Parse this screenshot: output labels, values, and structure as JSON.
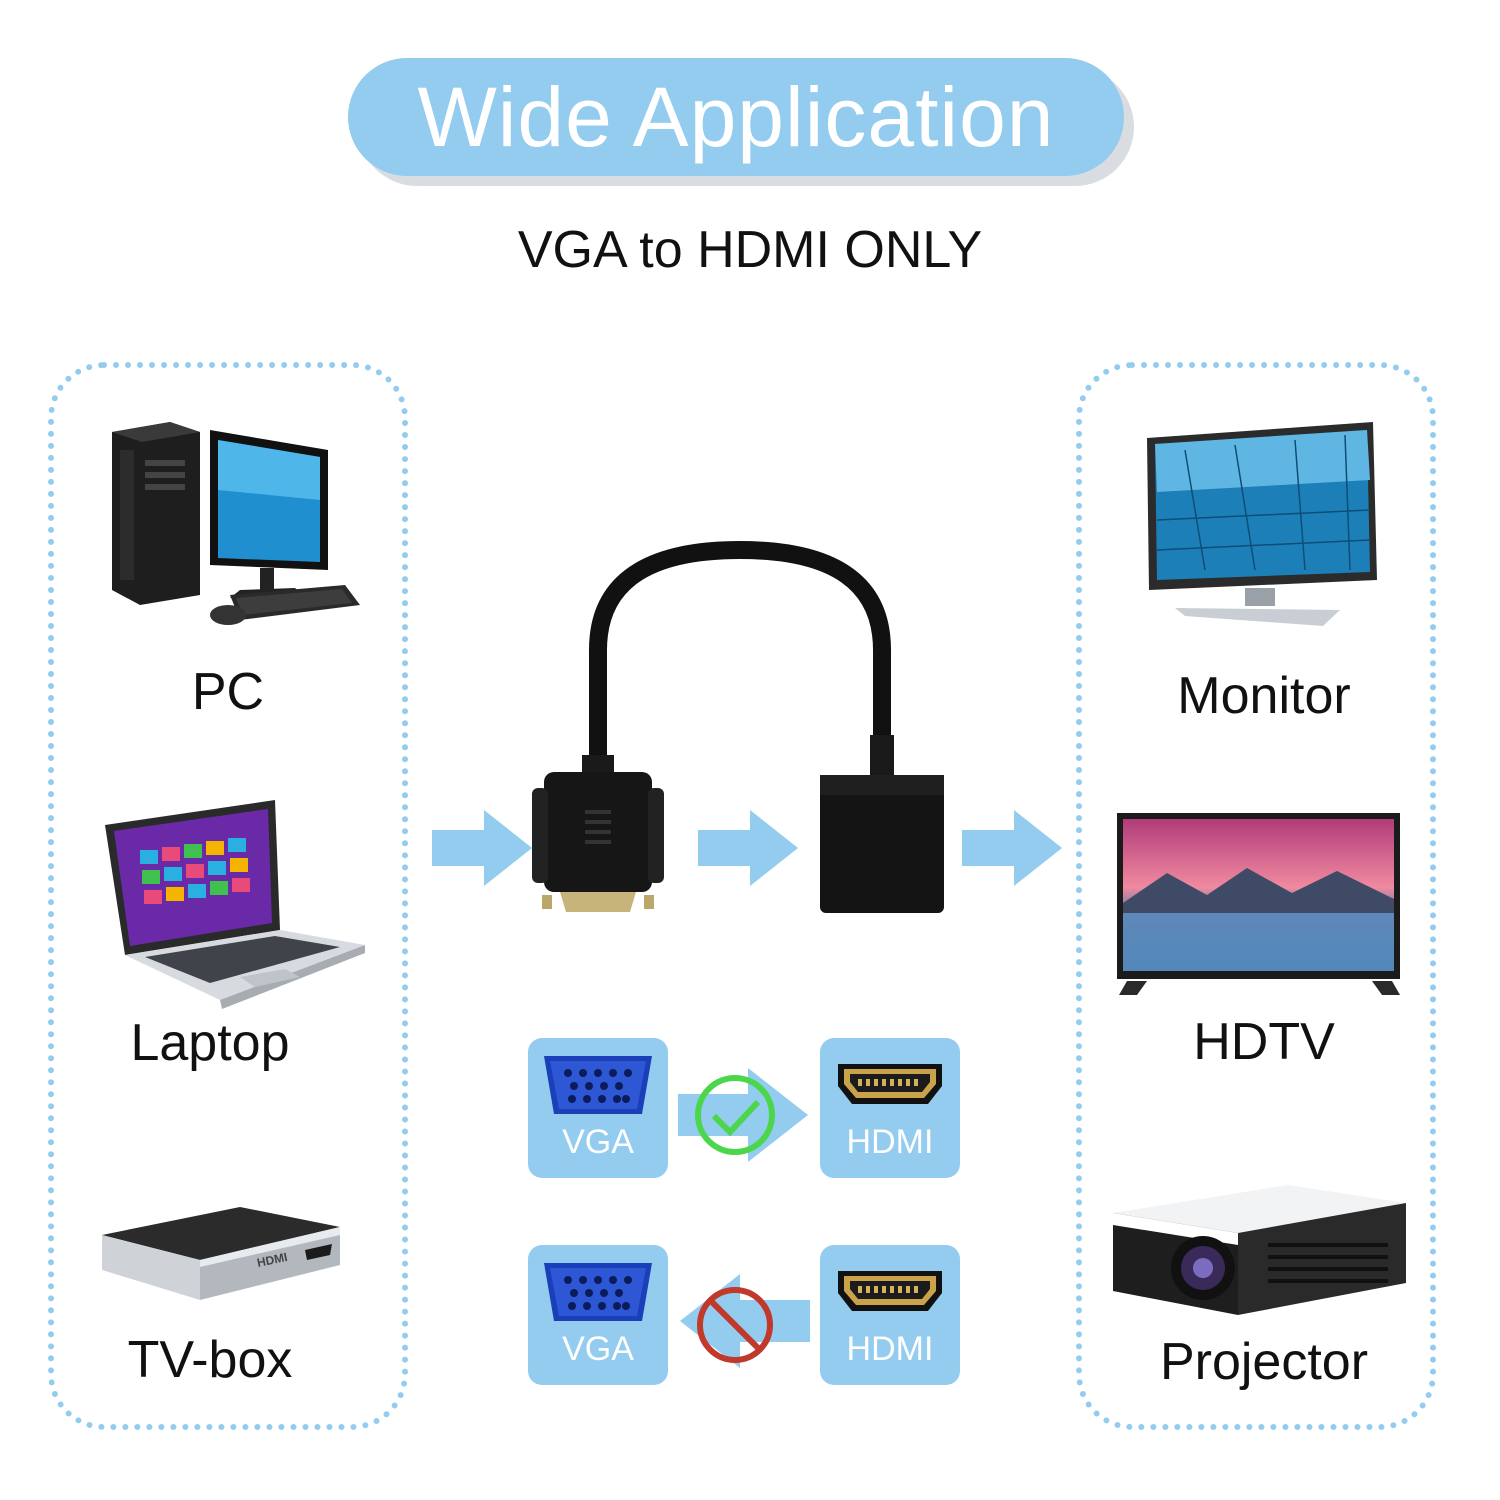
{
  "header": {
    "title": "Wide Application",
    "subtitle": "VGA to HDMI ONLY"
  },
  "sources": {
    "items": [
      {
        "label": "PC"
      },
      {
        "label": "Laptop"
      },
      {
        "label": "TV-box"
      }
    ]
  },
  "targets": {
    "items": [
      {
        "label": "Monitor"
      },
      {
        "label": "HDTV"
      },
      {
        "label": "Projector"
      }
    ]
  },
  "compatibility": {
    "supported": {
      "from": "VGA",
      "to": "HDMI",
      "status_icon": "check-icon"
    },
    "unsupported": {
      "from": "VGA",
      "to": "HDMI",
      "status_icon": "prohibited-icon"
    }
  },
  "device_marks": {
    "tvbox": "HDMI"
  },
  "colors": {
    "accent": "#93ccee",
    "ok": "#4cd64c",
    "no": "#c0392b"
  }
}
